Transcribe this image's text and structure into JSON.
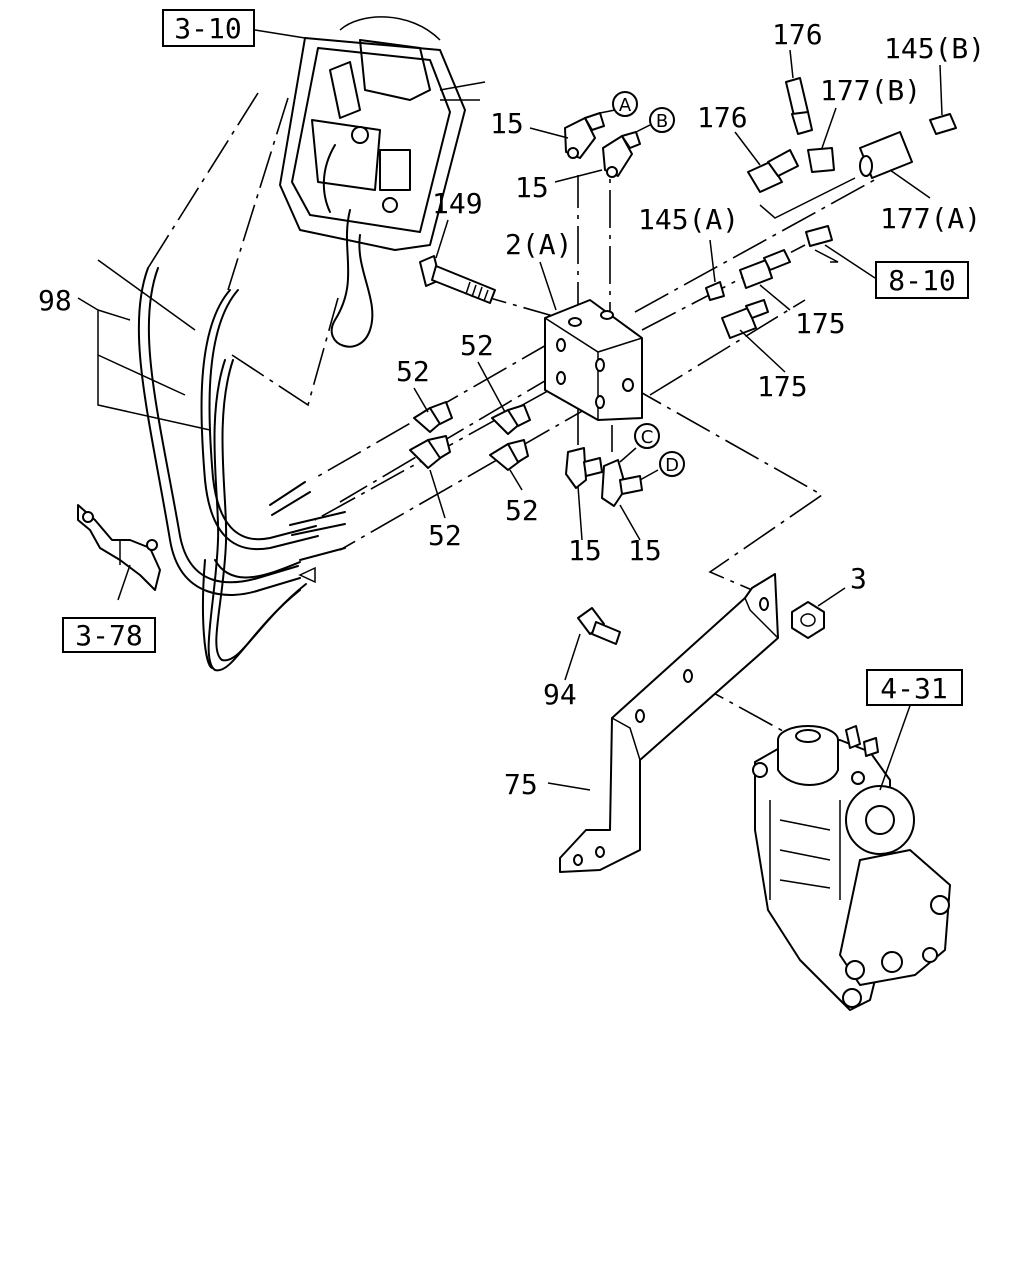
{
  "references": [
    "3-10",
    "3-78",
    "8-10",
    "4-31"
  ],
  "callouts": {
    "c15_a": "15",
    "c15_b": "15",
    "c15_c": "15",
    "c15_d": "15",
    "c176_a": "176",
    "c176_b": "176",
    "c145b": "145(B)",
    "c145a": "145(A)",
    "c177b": "177(B)",
    "c177a": "177(A)",
    "c149": "149",
    "c2a": "2(A)",
    "c98": "98",
    "c52_a": "52",
    "c52_b": "52",
    "c52_c": "52",
    "c52_d": "52",
    "c175_a": "175",
    "c175_b": "175",
    "c3": "3",
    "c94": "94",
    "c75": "75"
  },
  "connection_marks": [
    "A",
    "B",
    "C",
    "D"
  ]
}
